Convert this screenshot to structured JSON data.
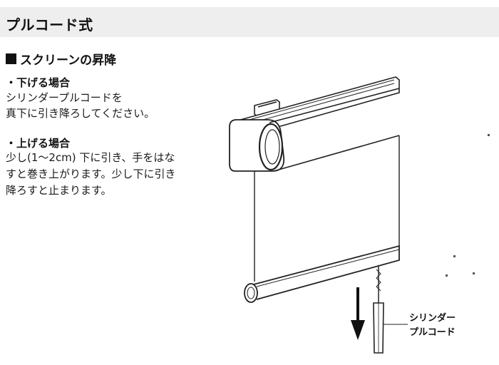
{
  "header": {
    "title": "プルコード式"
  },
  "section": {
    "title": "スクリーンの昇降"
  },
  "lower": {
    "heading": "・下げる場合",
    "lines": [
      "シリンダープルコードを",
      "真下に引き降ろしてください。"
    ]
  },
  "raise": {
    "heading": "・上げる場合",
    "lines": [
      "少し(1〜2cm) 下に引き、手をはな",
      "すと巻き上がります。少し下に引き",
      "降ろすと止まります。"
    ]
  },
  "illustration": {
    "label_lines": [
      "シリンダー",
      "プルコード"
    ],
    "icons": [
      "roller-blind-illustration",
      "down-arrow-icon"
    ]
  }
}
